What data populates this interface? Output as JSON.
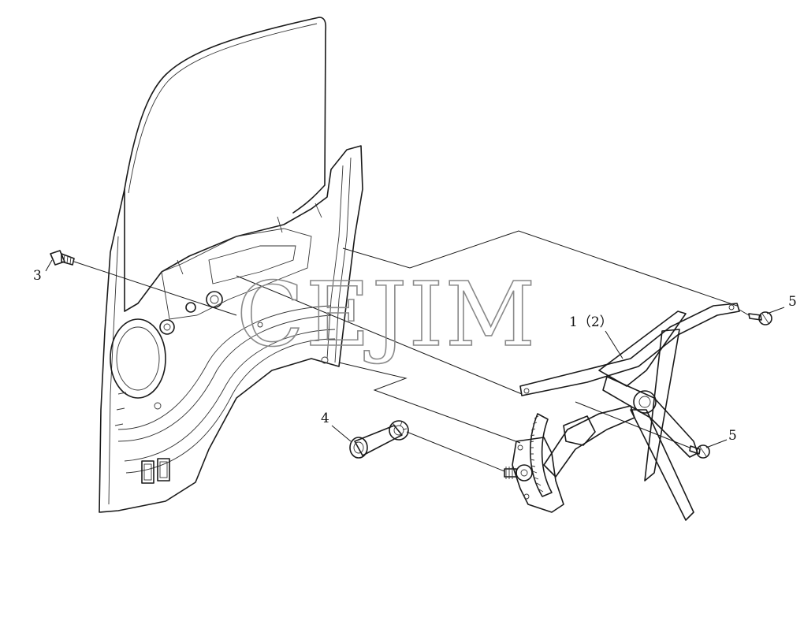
{
  "callouts": {
    "c1": "1（2）",
    "c3": "3",
    "c4": "4",
    "c5a": "5",
    "c5b": "5"
  },
  "watermark": {
    "text": "CEJIM"
  },
  "icons": [
    "door-panel",
    "window-glass",
    "window-regulator",
    "crank-handle",
    "bolt",
    "screw"
  ]
}
